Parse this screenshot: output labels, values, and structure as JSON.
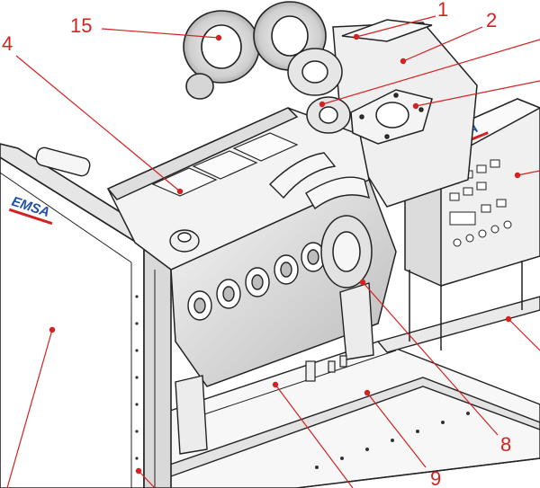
{
  "diagram": {
    "brand": "EMSA",
    "callouts": [
      {
        "id": "c15",
        "label": "15"
      },
      {
        "id": "c1",
        "label": "1"
      },
      {
        "id": "c2",
        "label": "2"
      },
      {
        "id": "c4",
        "label": "4"
      },
      {
        "id": "c8",
        "label": "8"
      },
      {
        "id": "c9",
        "label": "9"
      }
    ],
    "colors": {
      "callout": "#d32222",
      "line": "#222222",
      "brand_blue": "#1f4fa8",
      "brand_red": "#d32222",
      "shade": "#bdbdbd"
    }
  }
}
